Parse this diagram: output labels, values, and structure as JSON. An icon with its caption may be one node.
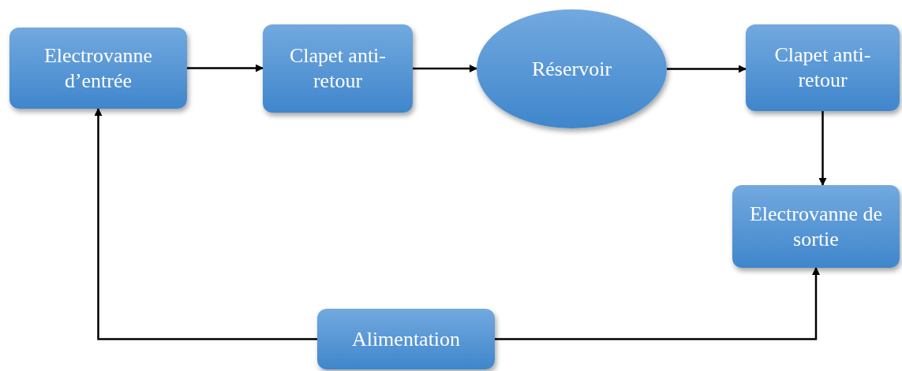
{
  "diagram": {
    "nodes": [
      {
        "text": [
          "Electrovanne d’entrée"
        ]
      },
      {
        "text": [
          "Clapet anti-retour"
        ]
      },
      {
        "text": [
          "Réservoir"
        ]
      },
      {
        "text": [
          "Clapet anti-retour"
        ]
      },
      {
        "text": [
          "Electrovanne de sortie"
        ]
      },
      {
        "text": [
          "Alimentation"
        ]
      }
    ],
    "edges": [
      {
        "from": 0,
        "to": 1,
        "arrow": "to"
      },
      {
        "from": 1,
        "to": 2,
        "arrow": "to"
      },
      {
        "from": 2,
        "to": 3,
        "arrow": "to"
      },
      {
        "from": 3,
        "to": 4,
        "arrow": "to"
      },
      {
        "from": 5,
        "to": 0,
        "arrow": "to"
      },
      {
        "from": 5,
        "to": 4,
        "arrow": "to"
      }
    ]
  }
}
